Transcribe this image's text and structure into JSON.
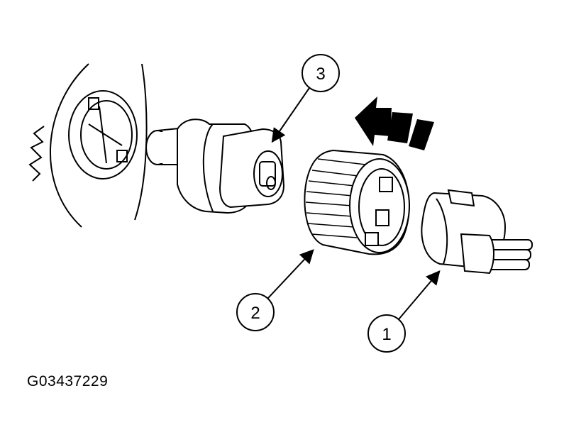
{
  "figure_id": "G03437229",
  "callouts": [
    {
      "number": "1",
      "points_to": "electrical-connector"
    },
    {
      "number": "2",
      "points_to": "retaining-ring"
    },
    {
      "number": "3",
      "points_to": "bulb-socket"
    }
  ],
  "direction_arrow": "left",
  "line_color": "#000000",
  "background_color": "#ffffff"
}
